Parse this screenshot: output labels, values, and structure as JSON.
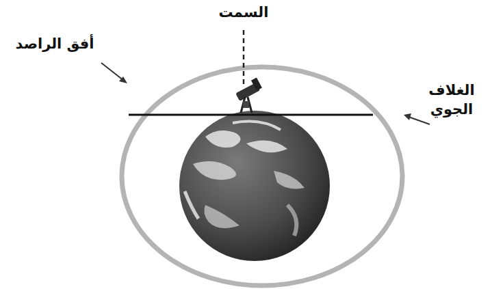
{
  "diagram": {
    "labels": [
      "السمت",
      "أفق الراصد",
      "الغلاف الجوي"
    ]
  }
}
